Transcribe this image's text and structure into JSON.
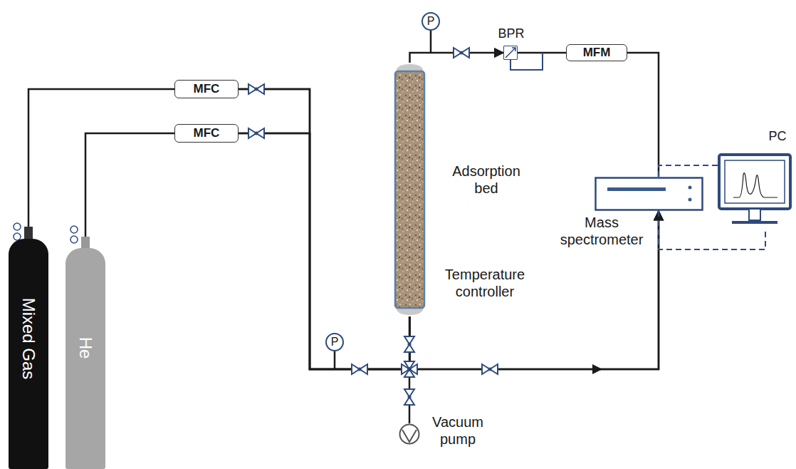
{
  "diagram": {
    "nodes": [
      {
        "text": [
          "Mixed Gas"
        ]
      },
      {
        "text": [
          "He"
        ]
      },
      {
        "text": [
          "MFC"
        ]
      },
      {
        "text": [
          "MFC"
        ]
      },
      {
        "text": [
          "P"
        ]
      },
      {
        "text": [
          "Adsorption bed",
          "Temperature controller"
        ]
      },
      {
        "text": [
          "P"
        ]
      },
      {
        "text": [
          "BPR"
        ]
      },
      {
        "text": [
          "MFM"
        ]
      },
      {
        "text": [
          "Mass spectrometer"
        ]
      },
      {
        "text": [
          "PC"
        ]
      },
      {
        "text": [
          "Vacuum pump"
        ]
      }
    ],
    "edges": [
      {
        "from": 0,
        "to": 2,
        "arrow": "none"
      },
      {
        "from": 1,
        "to": 3,
        "arrow": "none"
      },
      {
        "from": 2,
        "to": 5,
        "arrow": "none"
      },
      {
        "from": 3,
        "to": 5,
        "arrow": "none"
      },
      {
        "from": 2,
        "to": 9,
        "arrow": "to"
      },
      {
        "from": 3,
        "to": 9,
        "arrow": "to"
      },
      {
        "from": 11,
        "to": 5,
        "arrow": "none"
      },
      {
        "from": 5,
        "to": 7,
        "arrow": "to"
      },
      {
        "from": 7,
        "to": 8,
        "arrow": "none"
      },
      {
        "from": 8,
        "to": 9,
        "arrow": "none"
      },
      {
        "from": 9,
        "to": 10,
        "arrow": "none"
      },
      {
        "from": 9,
        "to": 10,
        "arrow": "none"
      }
    ]
  }
}
